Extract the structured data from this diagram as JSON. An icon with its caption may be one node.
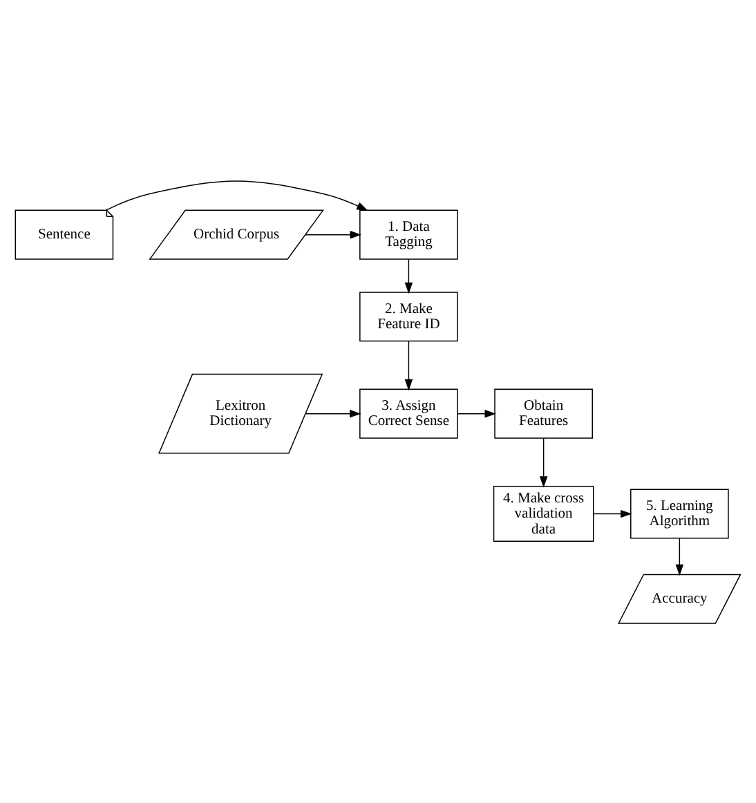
{
  "diagram": {
    "nodes": [
      {
        "text": [
          "Sentence"
        ]
      },
      {
        "text": [
          "1. Data Tagging"
        ]
      },
      {
        "text": [
          "Orchid Corpus"
        ]
      },
      {
        "text": [
          "2. Make Feature ID"
        ]
      },
      {
        "text": [
          "Lexitron Dictionary"
        ]
      },
      {
        "text": [
          "3. Assign Correct Sense"
        ]
      },
      {
        "text": [
          "Obtain Features"
        ]
      },
      {
        "text": [
          "5. Learning Algorithm"
        ]
      },
      {
        "text": [
          "4. Make cross validation data"
        ]
      },
      {
        "text": [
          "Accuracy"
        ]
      }
    ],
    "edges": [
      {
        "from": 0,
        "to": 1,
        "arrow": "to"
      },
      {
        "from": 2,
        "to": 1,
        "arrow": "to"
      },
      {
        "from": 1,
        "to": 3,
        "arrow": "to"
      },
      {
        "from": 3,
        "to": 5,
        "arrow": "to"
      },
      {
        "from": 4,
        "to": 5,
        "arrow": "to"
      },
      {
        "from": 5,
        "to": 6,
        "arrow": "to"
      },
      {
        "from": 6,
        "to": 8,
        "arrow": "to"
      },
      {
        "from": 8,
        "to": 7,
        "arrow": "to"
      },
      {
        "from": 7,
        "to": 9,
        "arrow": "to"
      }
    ]
  }
}
